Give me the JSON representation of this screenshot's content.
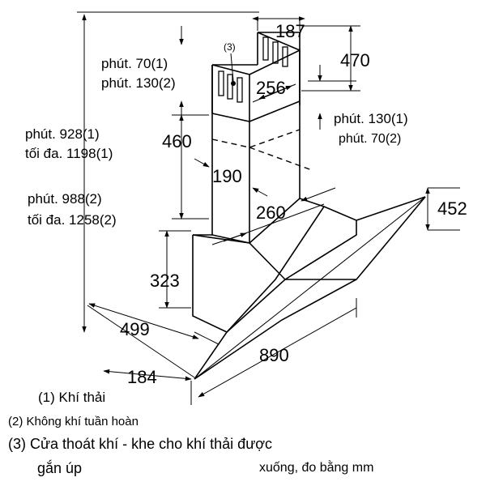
{
  "dimensions": {
    "chimney_depth": "187",
    "upper_chimney_height": "470",
    "chimney_width": "256",
    "lower_chimney_height": "460",
    "inner_width": "190",
    "inner_depth": "260",
    "panel_height": "452",
    "box_height": "323",
    "box_depth": "499",
    "total_width": "890",
    "wall_offset": "184"
  },
  "labels": {
    "upper_min_1": "phút. 70(1)",
    "upper_min_2": "phút. 130(2)",
    "right_min_1": "phút. 130(1)",
    "right_min_2": "phút. 70(2)",
    "height1_min": "phút. 928(1)",
    "height1_max": "tối đa. 1198(1)",
    "height2_min": "phút. 988(2)",
    "height2_max": "tối đa. 1258(2)",
    "callout_3": "(3)"
  },
  "legend": {
    "item_1": "(1) Khí thải",
    "item_2": "(2) Không khí tuần hoàn",
    "item_3_line1": "(3) Cửa thoát khí - khe cho khí thải được",
    "item_3_line2": "gắn úp",
    "units_note": "xuống, đo bằng mm"
  }
}
